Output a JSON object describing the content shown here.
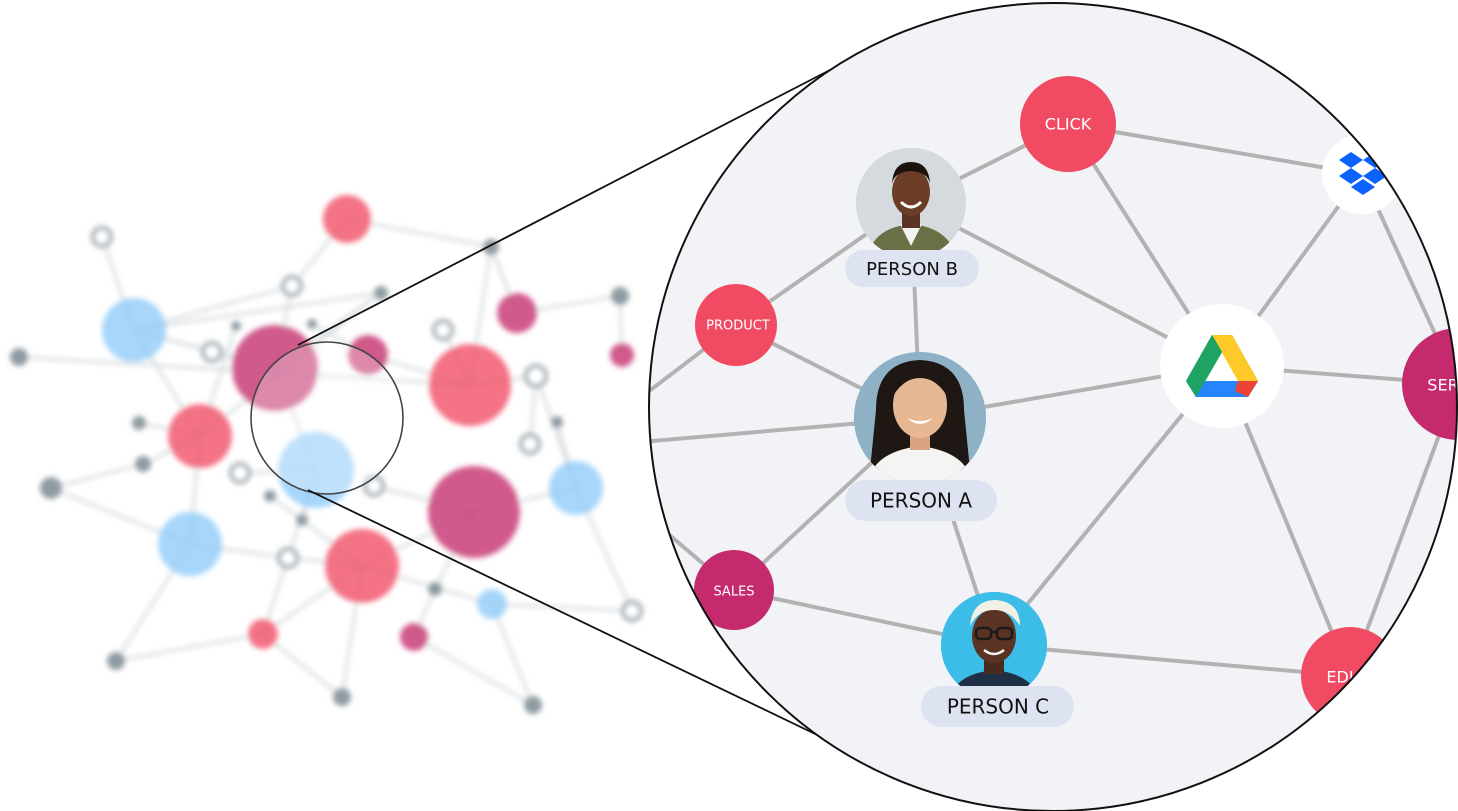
{
  "colors": {
    "red": "#f14a63",
    "magenta": "#c42a6d",
    "blue": "#8ecbf9",
    "grey": "#a9b4ba",
    "edge": "#b2b2b2",
    "lens_bg": "#f2f3f7",
    "pill": "#dde3f0"
  },
  "zoom": {
    "nodes": [
      {
        "id": "click",
        "label": "CLICK",
        "kind": "tag",
        "color": "red"
      },
      {
        "id": "product",
        "label": "PRODUCT",
        "kind": "tag",
        "color": "red"
      },
      {
        "id": "sales",
        "label": "SALES",
        "kind": "tag",
        "color": "magenta"
      },
      {
        "id": "ser",
        "label": "SER",
        "kind": "tag",
        "color": "magenta"
      },
      {
        "id": "edi",
        "label": "EDI",
        "kind": "tag",
        "color": "red"
      },
      {
        "id": "drive",
        "label": "",
        "kind": "app",
        "icon": "google-drive-icon"
      },
      {
        "id": "dropbox",
        "label": "",
        "kind": "app",
        "icon": "dropbox-icon"
      },
      {
        "id": "person_a",
        "label": "PERSON A",
        "kind": "person",
        "icon": "person-a-avatar"
      },
      {
        "id": "person_b",
        "label": "PERSON B",
        "kind": "person",
        "icon": "person-b-avatar"
      },
      {
        "id": "person_c",
        "label": "PERSON C",
        "kind": "person",
        "icon": "person-c-avatar"
      }
    ],
    "edges": [
      [
        "person_b",
        "click"
      ],
      [
        "person_b",
        "drive"
      ],
      [
        "person_b",
        "product"
      ],
      [
        "person_b",
        "person_a"
      ],
      [
        "click",
        "drive"
      ],
      [
        "click",
        "dropbox"
      ],
      [
        "dropbox",
        "drive"
      ],
      [
        "dropbox",
        "ser"
      ],
      [
        "product",
        "person_a"
      ],
      [
        "person_a",
        "drive"
      ],
      [
        "person_a",
        "sales"
      ],
      [
        "person_a",
        "person_c"
      ],
      [
        "drive",
        "ser"
      ],
      [
        "drive",
        "person_c"
      ],
      [
        "drive",
        "edi"
      ],
      [
        "sales",
        "person_c"
      ],
      [
        "person_c",
        "edi"
      ],
      [
        "ser",
        "edi"
      ]
    ]
  }
}
